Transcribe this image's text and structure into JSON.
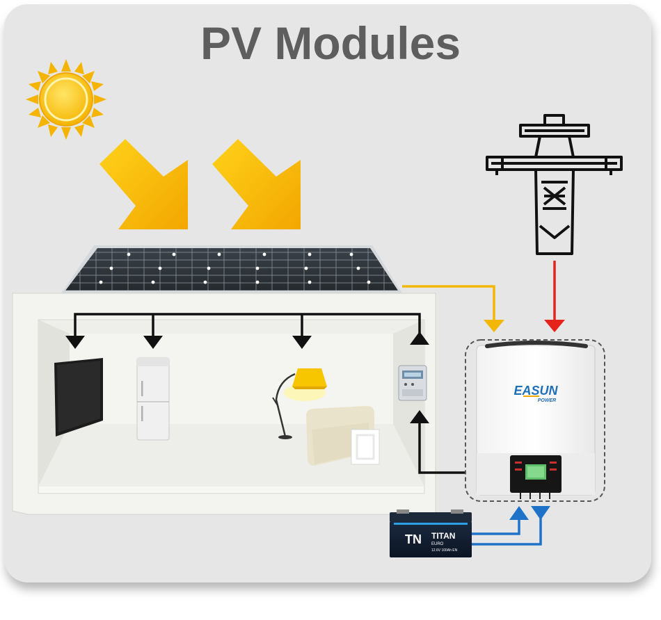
{
  "title": "PV Modules",
  "inverter": {
    "brand_main": "EASUN",
    "brand_sub": "POWER"
  },
  "battery": {
    "logo": "TN",
    "brand": "TITAN",
    "line2": "EURO",
    "spec": "12.6V 100Ah EN"
  },
  "icons": {
    "sun": "sun-icon",
    "pylon": "power-pylon-icon"
  },
  "colors": {
    "pv_line": "#f2b705",
    "grid_line": "#e5231b",
    "battery_line": "#1e73c8",
    "load_line": "#111111",
    "title": "#5e5e5e",
    "background": "#e6e6e6"
  }
}
